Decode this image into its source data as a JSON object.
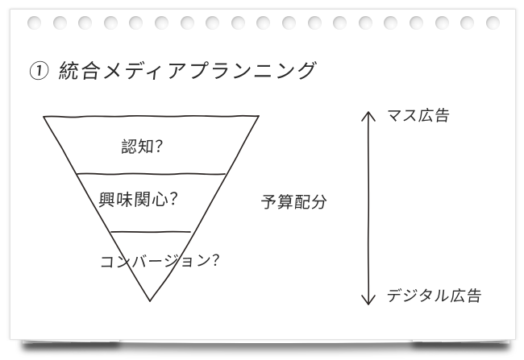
{
  "card": {
    "hole_count": 19,
    "hole_color": "#d6d6d6",
    "background": "#ffffff"
  },
  "title": {
    "number": "①",
    "text": "① 統合メディアプランニング"
  },
  "funnel": {
    "stages": [
      {
        "label": "認知？"
      },
      {
        "label": "興味関心？"
      },
      {
        "label": "コンバージョン？"
      }
    ],
    "line_color": "#2a2422"
  },
  "budget": {
    "label": "予算配分"
  },
  "axis": {
    "top_label": "マス広告",
    "bottom_label": "デジタル広告",
    "arrow": "double-headed-vertical-arrow"
  }
}
